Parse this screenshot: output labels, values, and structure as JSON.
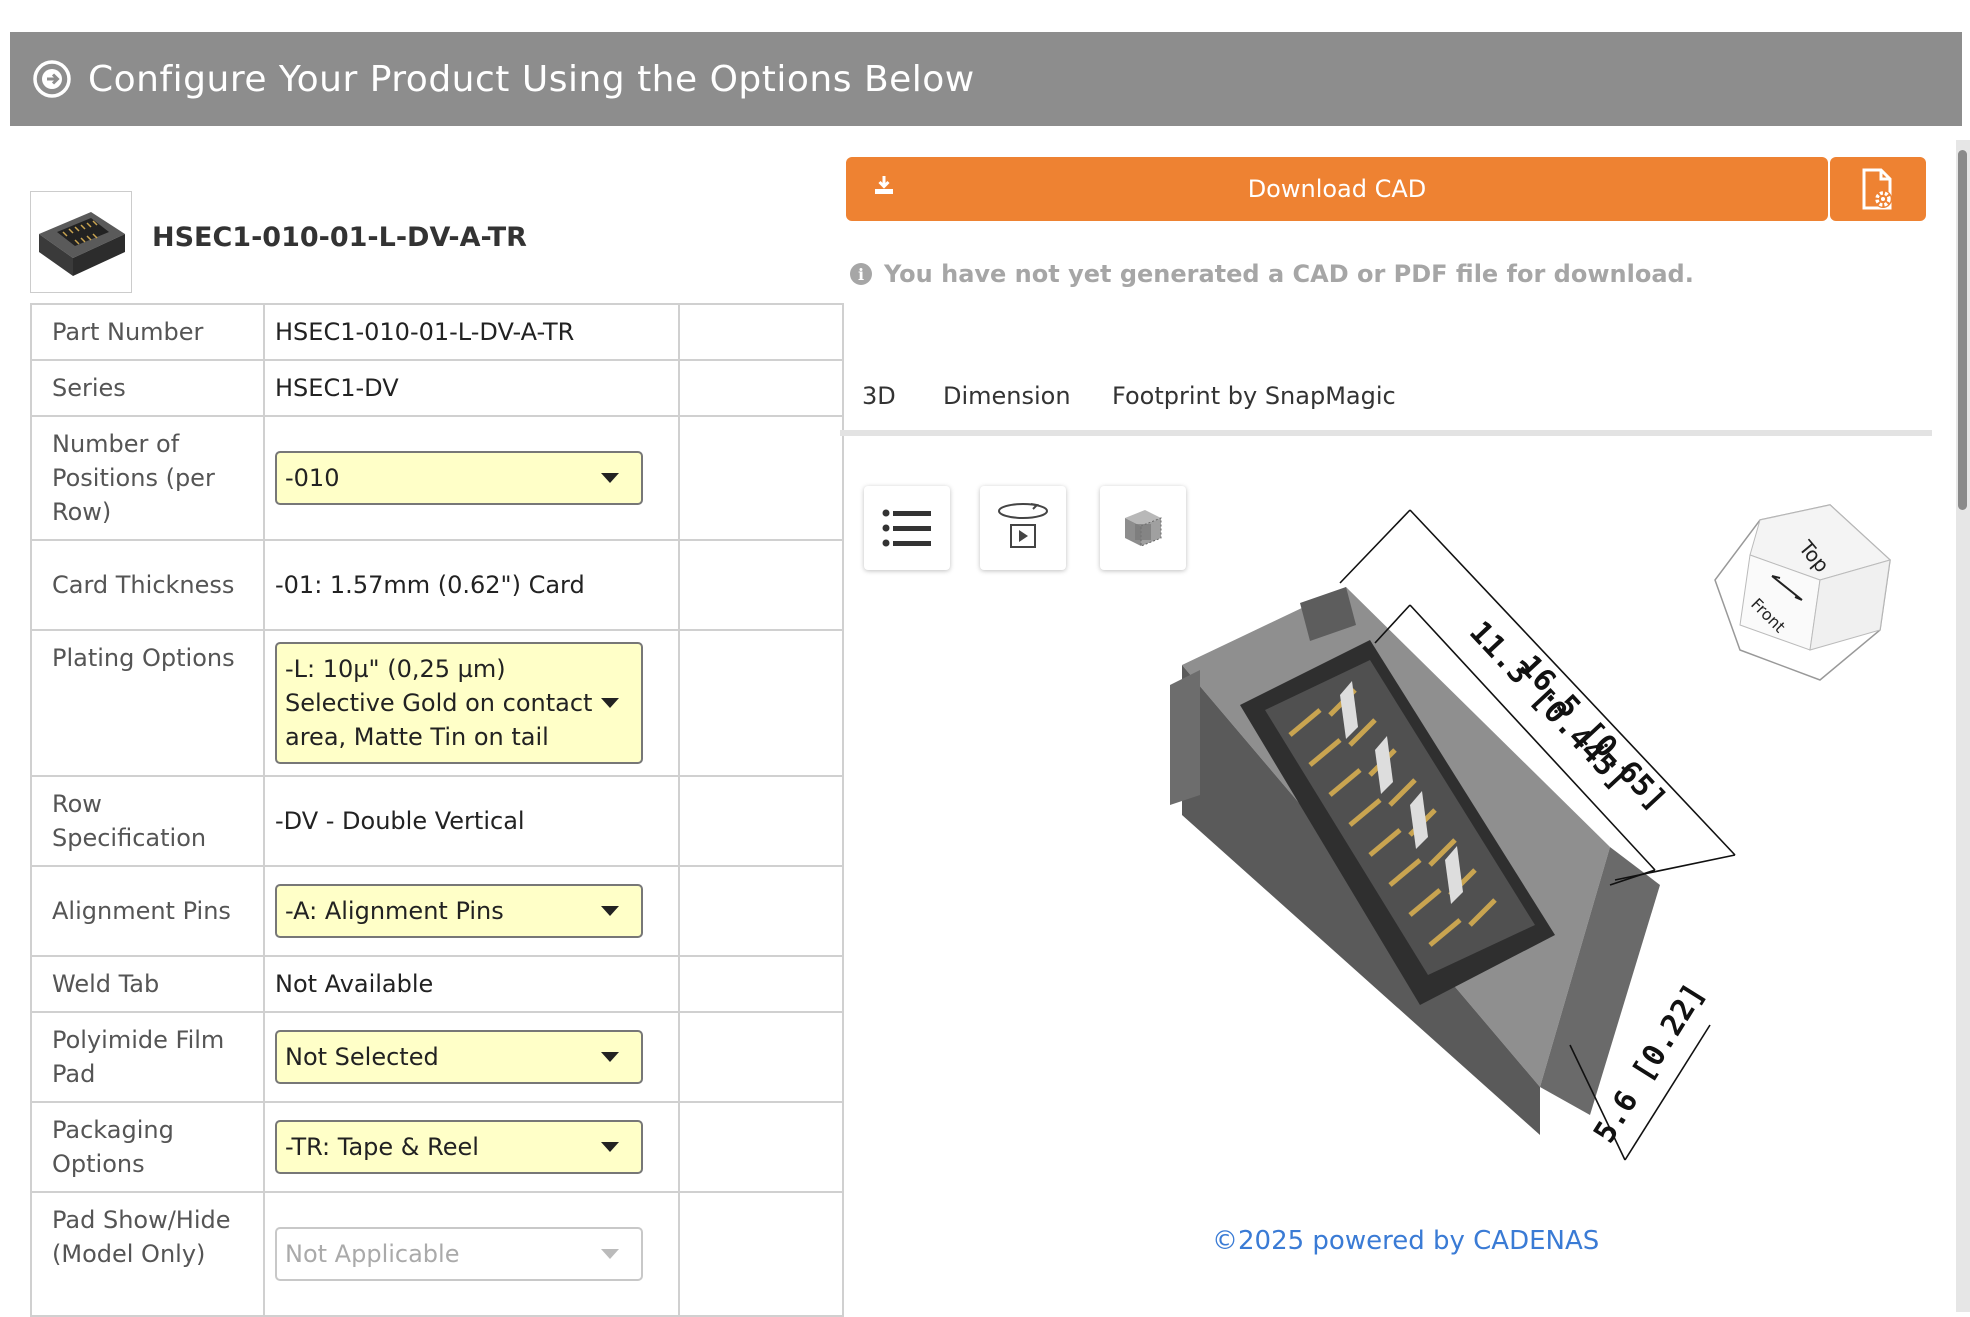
{
  "header": {
    "title": "Configure Your Product Using the Options Below"
  },
  "product": {
    "title": "HSEC1-010-01-L-DV-A-TR"
  },
  "spec_rows": [
    {
      "label": "Part Number",
      "value": "HSEC1-010-01-L-DV-A-TR"
    },
    {
      "label": "Series",
      "value": "HSEC1-DV"
    },
    {
      "label": "Number of Positions (per Row)",
      "value": "-010"
    },
    {
      "label": "Card Thickness",
      "value": "-01: 1.57mm (0.62\") Card"
    },
    {
      "label": "Plating Options",
      "value": "-L: 10µ\" (0,25 µm) Selective Gold on contact area, Matte Tin on tail"
    },
    {
      "label": "Row Specification",
      "value": "-DV - Double Vertical"
    },
    {
      "label": "Alignment Pins",
      "value": "-A: Alignment Pins"
    },
    {
      "label": "Weld Tab",
      "value": "Not Available"
    },
    {
      "label": "Polyimide Film Pad",
      "value": "Not Selected"
    },
    {
      "label": "Packaging Options",
      "value": "-TR: Tape & Reel"
    },
    {
      "label": "Pad Show/Hide (Model Only)",
      "value": "Not Applicable"
    }
  ],
  "download": {
    "label": "Download CAD",
    "notice": "You have not yet generated a CAD or PDF file for download."
  },
  "tabs": [
    {
      "label": "3D"
    },
    {
      "label": "Dimension"
    },
    {
      "label": "Footprint by SnapMagic"
    }
  ],
  "viewer": {
    "dim_overall": "16.5 [0.65]",
    "dim_pitch": "11.3 [0.445]",
    "dim_height": "5.6 [0.22]",
    "cube_top": "Top",
    "cube_front": "Front"
  },
  "footer": {
    "credit": "©2025 powered by CADENAS"
  },
  "colors": {
    "accent": "#ee8232",
    "header_bg": "#8d8d8d",
    "select_bg": "#ffffc8",
    "link": "#3a7bd5"
  },
  "icons": [
    "arrow-circle-right-icon",
    "download-icon",
    "file-settings-icon",
    "info-icon",
    "list-icon",
    "rotate-play-icon",
    "3d-box-icon",
    "view-cube-icon"
  ]
}
